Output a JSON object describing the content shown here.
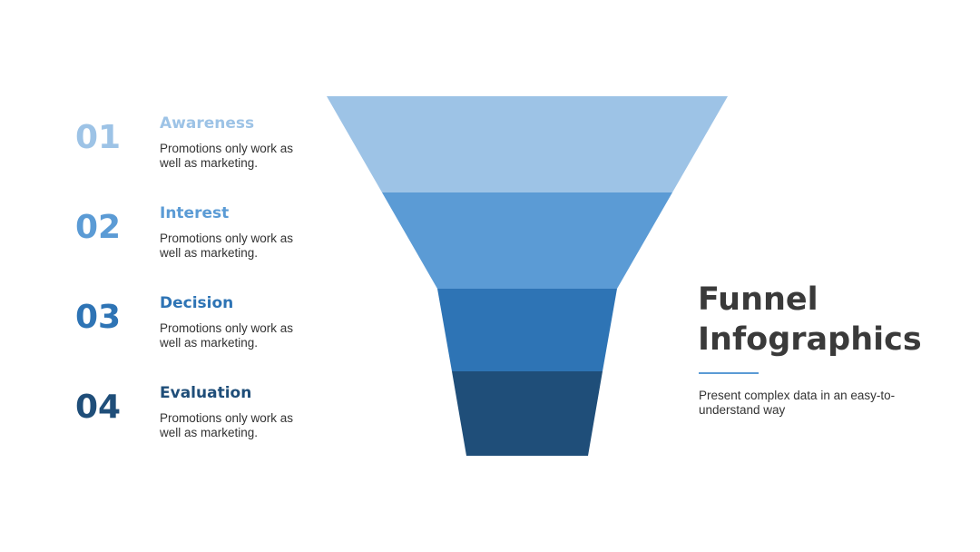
{
  "colors": {
    "stage_1": "#9dc3e6",
    "stage_2": "#5b9bd5",
    "stage_3": "#2e74b5",
    "stage_4": "#1f4e79",
    "heading_text": "#3a3a3a",
    "body_text": "#333333"
  },
  "steps": [
    {
      "number": "01",
      "title": "Awareness",
      "description": "Promotions only work as well as marketing."
    },
    {
      "number": "02",
      "title": "Interest",
      "description": "Promotions only work as well as marketing."
    },
    {
      "number": "03",
      "title": "Decision",
      "description": "Promotions only work as well as marketing."
    },
    {
      "number": "04",
      "title": "Evaluation",
      "description": "Promotions only work as well as marketing."
    }
  ],
  "heading": {
    "line1": "Funnel",
    "line2": "Infographics",
    "subtitle": "Present complex data in an easy-to-understand way"
  }
}
